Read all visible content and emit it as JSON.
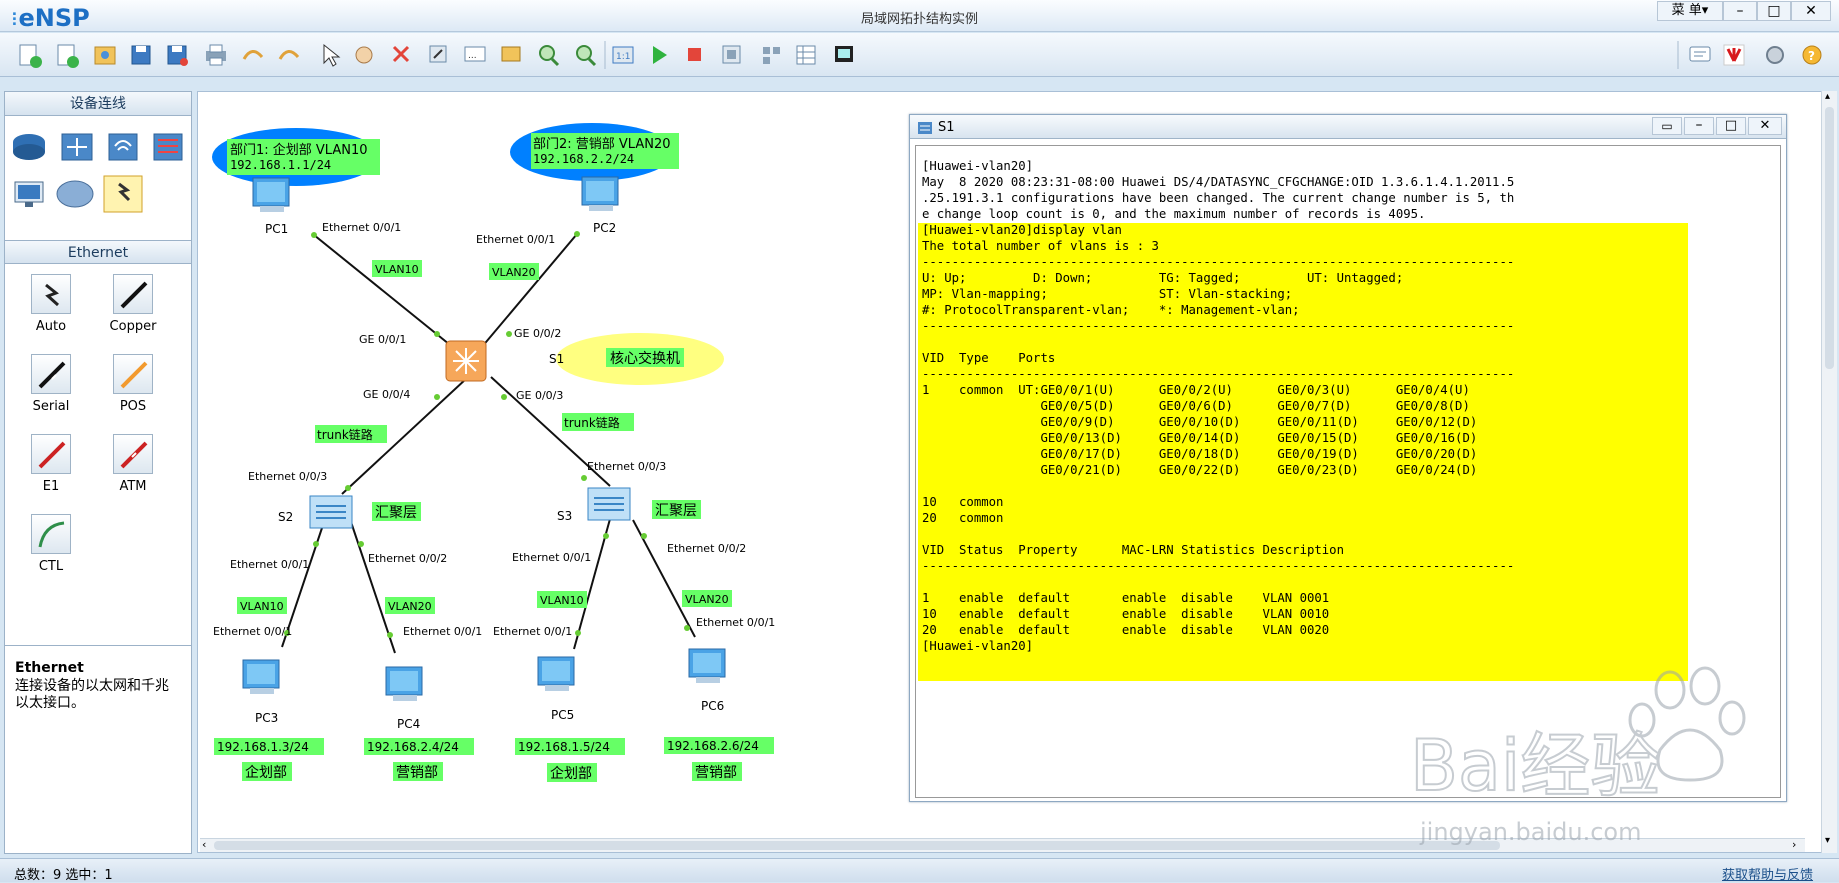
{
  "app": {
    "name": "eNSP",
    "window_title": "局域网拓扑结构实例",
    "menu_label": "菜 单▾"
  },
  "left_panel": {
    "device_header": "设备连线",
    "cable_header": "Ethernet",
    "tools": [
      {
        "label": "Auto"
      },
      {
        "label": "Copper"
      },
      {
        "label": "Serial"
      },
      {
        "label": "POS"
      },
      {
        "label": "E1"
      },
      {
        "label": "ATM"
      },
      {
        "label": "CTL"
      }
    ],
    "desc_title": "Ethernet",
    "desc_text": "连接设备的以太网和千兆以太接口。"
  },
  "topology": {
    "annotations": {
      "dept1_line1": "部门1: 企划部 VLAN10",
      "dept1_line2": "192.168.1.1/24",
      "dept2_line1": "部门2: 营销部 VLAN20",
      "dept2_line2": "192.168.2.2/24",
      "core": "核心交换机",
      "agg_s2": "汇聚层",
      "agg_s3": "汇聚层",
      "vlan10_a": "VLAN10",
      "vlan20_a": "VLAN20",
      "trunk_a": "trunk链路",
      "trunk_b": "trunk链路",
      "vlan10_b": "VLAN10",
      "vlan20_b": "VLAN20",
      "vlan10_c": "VLAN10",
      "vlan20_c": "VLAN20",
      "ip_pc3": "192.168.1.3/24",
      "ip_pc4": "192.168.2.4/24",
      "ip_pc5": "192.168.1.5/24",
      "ip_pc6": "192.168.2.6/24",
      "dept_pc3": "企划部",
      "dept_pc4": "营销部",
      "dept_pc5": "企划部",
      "dept_pc6": "营销部"
    },
    "device_labels": {
      "pc1": "PC1",
      "pc2": "PC2",
      "s1": "S1",
      "s2": "S2",
      "s3": "S3",
      "pc3": "PC3",
      "pc4": "PC4",
      "pc5": "PC5",
      "pc6": "PC6"
    },
    "ports": {
      "pc1_eth": "Ethernet 0/0/1",
      "pc2_eth": "Ethernet 0/0/1",
      "s1_ge1": "GE 0/0/1",
      "s1_ge2": "GE 0/0/2",
      "s1_ge4": "GE 0/0/4",
      "s1_ge3": "GE 0/0/3",
      "s2_eth3": "Ethernet 0/0/3",
      "s3_eth3": "Ethernet 0/0/3",
      "s2_eth1": "Ethernet 0/0/1",
      "s2_eth2": "Ethernet 0/0/2",
      "s3_eth1": "Ethernet 0/0/1",
      "s3_eth2": "Ethernet 0/0/2",
      "pc3_eth": "Ethernet 0/0/1",
      "pc4_eth": "Ethernet 0/0/1",
      "pc5_eth": "Ethernet 0/0/1",
      "pc6_eth": "Ethernet 0/0/1"
    }
  },
  "console": {
    "title": "S1",
    "output": "[Huawei-vlan20]\nMay  8 2020 08:23:31-08:00 Huawei DS/4/DATASYNC_CFGCHANGE:OID 1.3.6.1.4.1.2011.5\n.25.191.3.1 configurations have been changed. The current change number is 5, th\ne change loop count is 0, and the maximum number of records is 4095.\n[Huawei-vlan20]display vlan\nThe total number of vlans is : 3\n--------------------------------------------------------------------------------\nU: Up;         D: Down;         TG: Tagged;         UT: Untagged;\nMP: Vlan-mapping;               ST: Vlan-stacking;\n#: ProtocolTransparent-vlan;    *: Management-vlan;\n--------------------------------------------------------------------------------\n\nVID  Type    Ports\n--------------------------------------------------------------------------------\n1    common  UT:GE0/0/1(U)      GE0/0/2(U)      GE0/0/3(U)      GE0/0/4(U)\n                GE0/0/5(D)      GE0/0/6(D)      GE0/0/7(D)      GE0/0/8(D)\n                GE0/0/9(D)      GE0/0/10(D)     GE0/0/11(D)     GE0/0/12(D)\n                GE0/0/13(D)     GE0/0/14(D)     GE0/0/15(D)     GE0/0/16(D)\n                GE0/0/17(D)     GE0/0/18(D)     GE0/0/19(D)     GE0/0/20(D)\n                GE0/0/21(D)     GE0/0/22(D)     GE0/0/23(D)     GE0/0/24(D)\n\n10   common\n20   common\n\nVID  Status  Property      MAC-LRN Statistics Description\n--------------------------------------------------------------------------------\n\n1    enable  default       enable  disable    VLAN 0001\n10   enable  default       enable  disable    VLAN 0010\n20   enable  default       enable  disable    VLAN 0020\n[Huawei-vlan20]"
  },
  "status_bar": {
    "text": "总数：9 选中：1",
    "help": "获取帮助与反馈"
  },
  "watermark": {
    "brand": "Bai经验",
    "domain": "jingyan.baidu.com"
  },
  "colors": {
    "label_green": "#66ff66",
    "ellipse_blue": "#0080ff",
    "ellipse_yellow": "#ffff80",
    "highlight_yellow": "#ffff00",
    "link_green": "#66cc33"
  }
}
